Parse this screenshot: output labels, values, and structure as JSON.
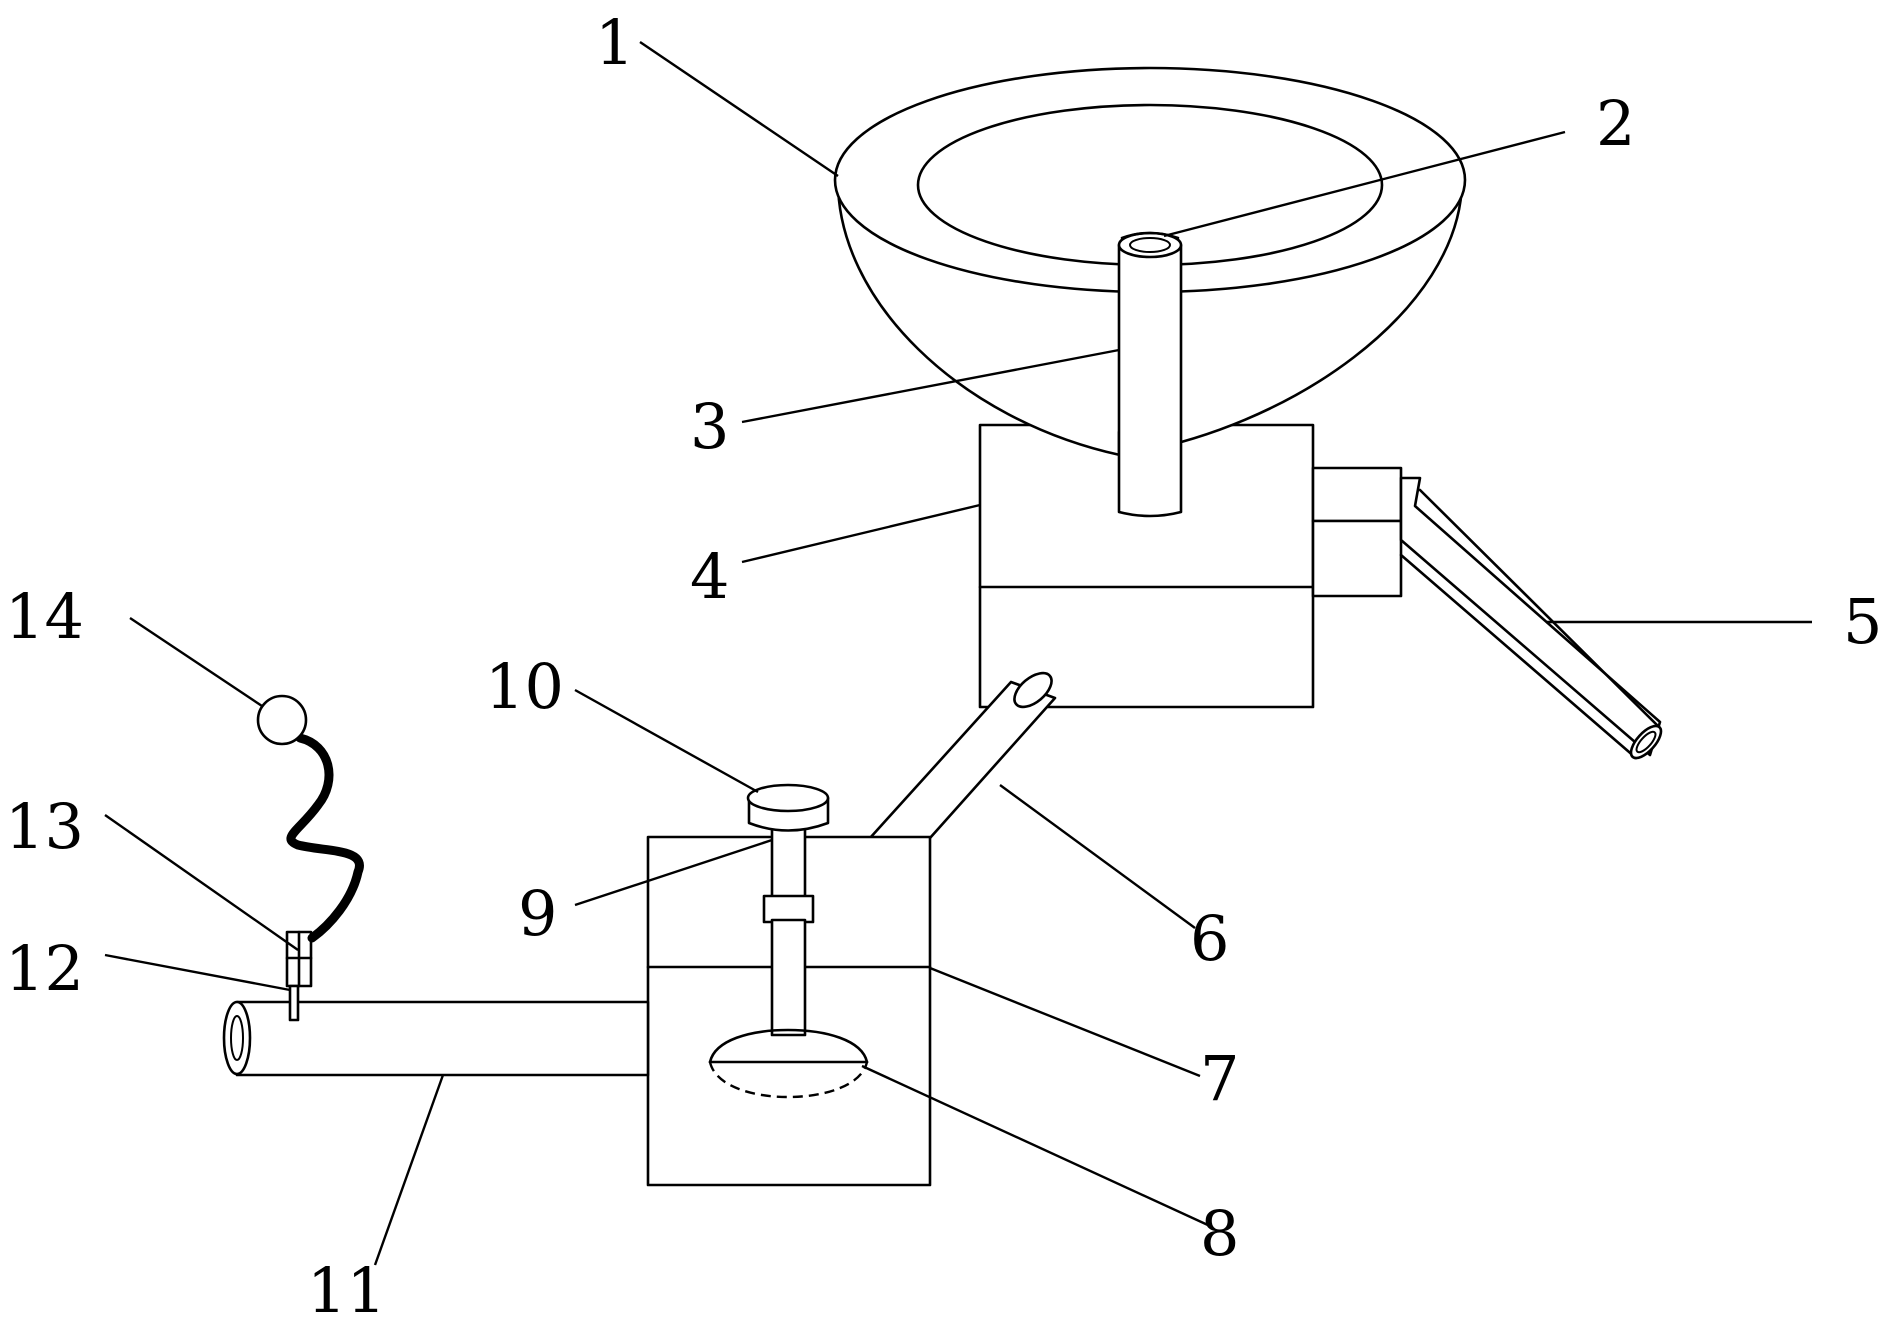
{
  "figure": {
    "labels": [
      {
        "id": "1",
        "text": "1"
      },
      {
        "id": "2",
        "text": "2"
      },
      {
        "id": "3",
        "text": "3"
      },
      {
        "id": "4",
        "text": "4"
      },
      {
        "id": "5",
        "text": "5"
      },
      {
        "id": "6",
        "text": "6"
      },
      {
        "id": "7",
        "text": "7"
      },
      {
        "id": "8",
        "text": "8"
      },
      {
        "id": "9",
        "text": "9"
      },
      {
        "id": "10",
        "text": "10"
      },
      {
        "id": "11",
        "text": "11"
      },
      {
        "id": "12",
        "text": "12"
      },
      {
        "id": "13",
        "text": "13"
      },
      {
        "id": "14",
        "text": "14"
      }
    ]
  }
}
